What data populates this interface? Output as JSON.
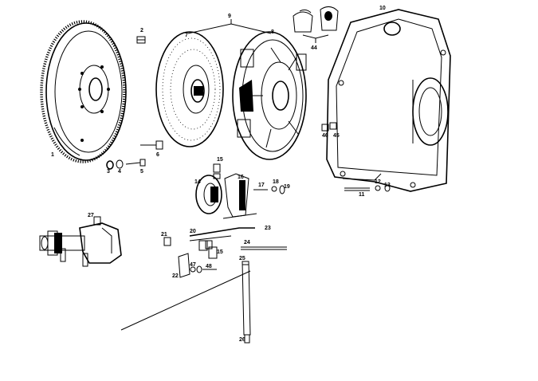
{
  "labels": {
    "l1": "1",
    "l2": "2",
    "l3": "3",
    "l4": "4",
    "l5": "5",
    "l6": "6",
    "l7": "7",
    "l8": "8",
    "l9": "9",
    "l10": "10",
    "l11": "11",
    "l12": "12",
    "l13": "13",
    "l14": "14",
    "l15a": "15",
    "l15b": "15",
    "l16": "16",
    "l17": "17",
    "l18": "18",
    "l19": "19",
    "l20": "20",
    "l21": "21",
    "l22": "22",
    "l23": "23",
    "l24": "24",
    "l25": "25",
    "l26": "26",
    "l27": "27",
    "l44": "44",
    "l45": "45",
    "l46": "46",
    "l47": "47",
    "l48": "48"
  }
}
